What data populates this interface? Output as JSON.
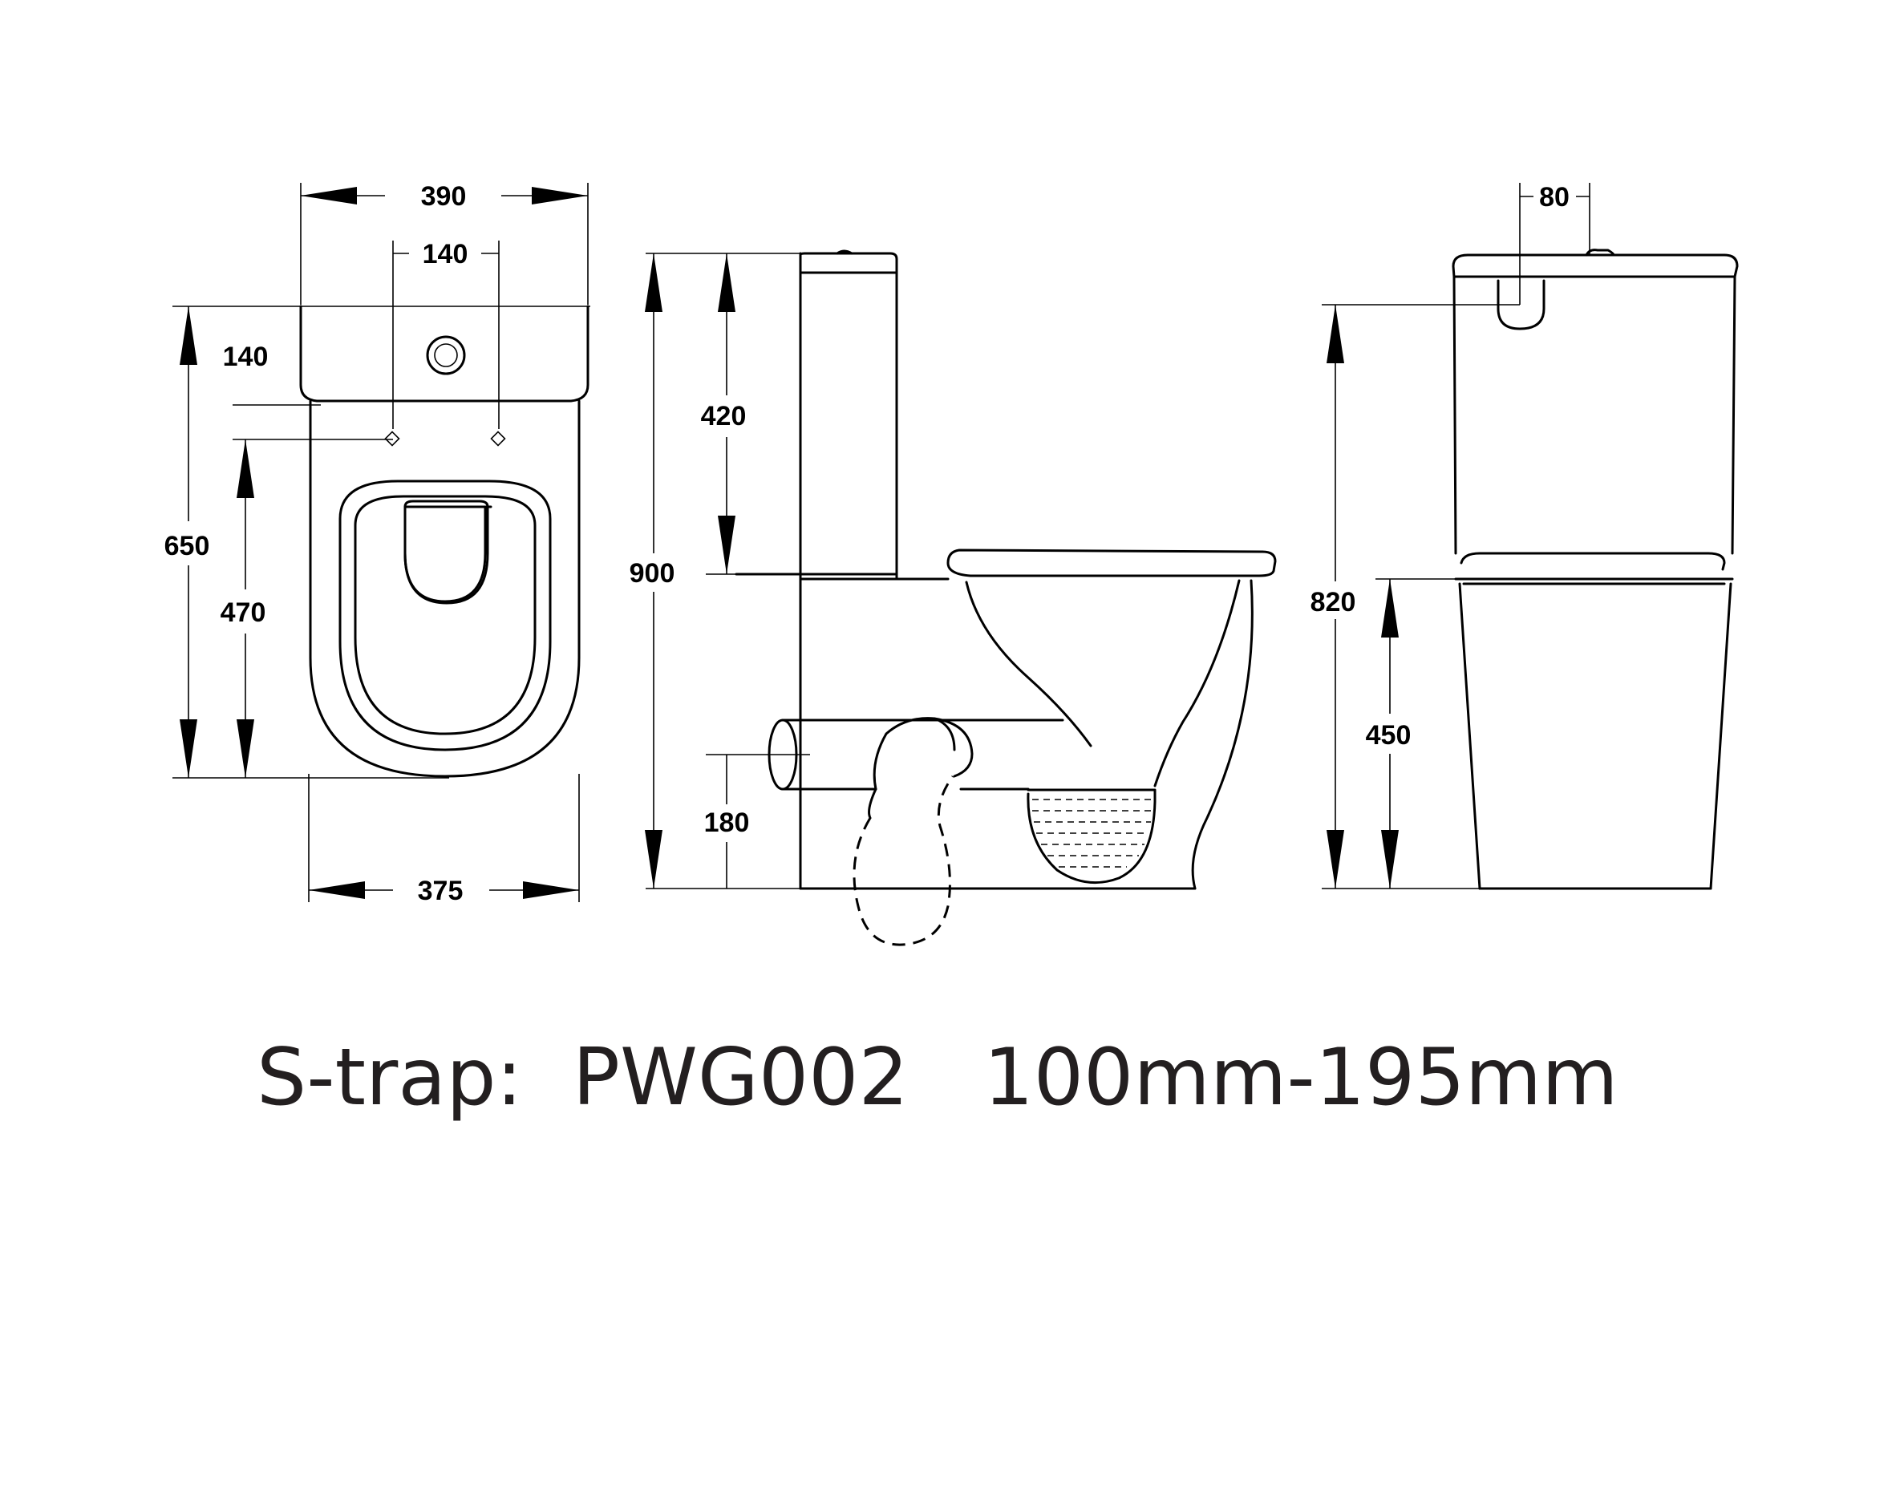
{
  "dimensions": {
    "top_view": {
      "overall_width": "390",
      "inlet_spacing": "140",
      "tank_depth": "140",
      "overall_depth": "650",
      "bowl_depth": "470",
      "base_width": "375"
    },
    "side_view": {
      "overall_height": "900",
      "tank_height": "420",
      "outlet_height": "180"
    },
    "back_view": {
      "button_offset": "80",
      "height": "820",
      "bowl_height": "450"
    }
  },
  "caption": {
    "trap_label": "S-trap:",
    "model": "PWG002",
    "range": "100mm-195mm"
  }
}
